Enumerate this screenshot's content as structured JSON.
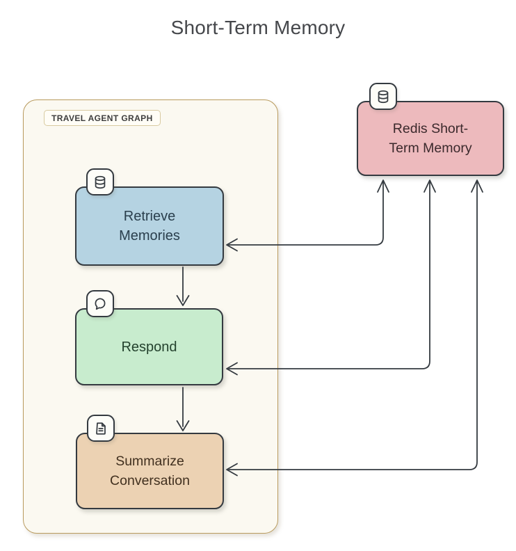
{
  "title": "Short-Term Memory",
  "diagram": {
    "group_label": "TRAVEL AGENT GRAPH",
    "nodes": [
      {
        "id": "retrieve-memories",
        "lines": [
          "Retrieve",
          "Memories"
        ],
        "icon": "database-icon",
        "fill": "#b5d3e2"
      },
      {
        "id": "respond",
        "lines": [
          "Respond"
        ],
        "icon": "chat-bubble-icon",
        "fill": "#c8ecce"
      },
      {
        "id": "summarize-conversation",
        "lines": [
          "Summarize",
          "Conversation"
        ],
        "icon": "document-icon",
        "fill": "#ecd2b3"
      },
      {
        "id": "redis-short-term-memory",
        "lines": [
          "Redis Short-",
          "Term Memory"
        ],
        "icon": "database-icon",
        "fill": "#edbabd"
      }
    ],
    "edges": [
      {
        "from": "retrieve-memories",
        "to": "respond",
        "bidirectional": false
      },
      {
        "from": "respond",
        "to": "summarize-conversation",
        "bidirectional": false
      },
      {
        "from": "redis-short-term-memory",
        "to": "retrieve-memories",
        "bidirectional": true
      },
      {
        "from": "redis-short-term-memory",
        "to": "respond",
        "bidirectional": true
      },
      {
        "from": "redis-short-term-memory",
        "to": "summarize-conversation",
        "bidirectional": true
      }
    ],
    "colors": {
      "container_fill": "#fbf9f1",
      "container_border": "#b99b5e",
      "node_border": "#343a40",
      "arrow": "#343a40",
      "title_text": "#45474b"
    }
  }
}
